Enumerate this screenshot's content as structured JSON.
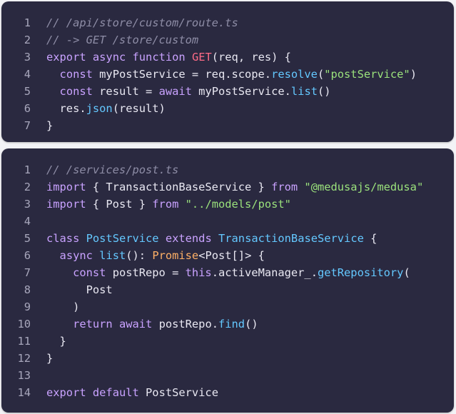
{
  "blocks": [
    {
      "name": "route-file",
      "lines": [
        {
          "num": "1",
          "tokens": [
            {
              "t": "// /api/store/custom/route.ts",
              "c": "cm"
            }
          ]
        },
        {
          "num": "2",
          "tokens": [
            {
              "t": "// -> GET /store/custom",
              "c": "cm"
            }
          ]
        },
        {
          "num": "3",
          "tokens": [
            {
              "t": "export",
              "c": "kw"
            },
            {
              "t": " "
            },
            {
              "t": "async",
              "c": "kw"
            },
            {
              "t": " "
            },
            {
              "t": "function",
              "c": "kw"
            },
            {
              "t": " "
            },
            {
              "t": "GET",
              "c": "fn"
            },
            {
              "t": "(req, res) {"
            }
          ]
        },
        {
          "num": "4",
          "tokens": [
            {
              "t": "  "
            },
            {
              "t": "const",
              "c": "kw"
            },
            {
              "t": " myPostService = req.scope."
            },
            {
              "t": "resolve",
              "c": "m"
            },
            {
              "t": "("
            },
            {
              "t": "\"postService\"",
              "c": "s"
            },
            {
              "t": ")"
            }
          ]
        },
        {
          "num": "5",
          "tokens": [
            {
              "t": "  "
            },
            {
              "t": "const",
              "c": "kw"
            },
            {
              "t": " result = "
            },
            {
              "t": "await",
              "c": "kw"
            },
            {
              "t": " myPostService."
            },
            {
              "t": "list",
              "c": "m"
            },
            {
              "t": "()"
            }
          ]
        },
        {
          "num": "6",
          "tokens": [
            {
              "t": "  res."
            },
            {
              "t": "json",
              "c": "m"
            },
            {
              "t": "(result)"
            }
          ]
        },
        {
          "num": "7",
          "tokens": [
            {
              "t": "}"
            }
          ]
        }
      ]
    },
    {
      "name": "service-file",
      "lines": [
        {
          "num": "1",
          "tokens": [
            {
              "t": "// /services/post.ts",
              "c": "cm"
            }
          ]
        },
        {
          "num": "2",
          "tokens": [
            {
              "t": "import",
              "c": "kw"
            },
            {
              "t": " { TransactionBaseService } "
            },
            {
              "t": "from",
              "c": "kw"
            },
            {
              "t": " "
            },
            {
              "t": "\"@medusajs/medusa\"",
              "c": "s"
            }
          ]
        },
        {
          "num": "3",
          "tokens": [
            {
              "t": "import",
              "c": "kw"
            },
            {
              "t": " { Post } "
            },
            {
              "t": "from",
              "c": "kw"
            },
            {
              "t": " "
            },
            {
              "t": "\"../models/post\"",
              "c": "s"
            }
          ]
        },
        {
          "num": "4",
          "tokens": []
        },
        {
          "num": "5",
          "tokens": [
            {
              "t": "class",
              "c": "kw"
            },
            {
              "t": " "
            },
            {
              "t": "PostService",
              "c": "m"
            },
            {
              "t": " "
            },
            {
              "t": "extends",
              "c": "kw"
            },
            {
              "t": " "
            },
            {
              "t": "TransactionBaseService",
              "c": "m"
            },
            {
              "t": " {"
            }
          ]
        },
        {
          "num": "6",
          "tokens": [
            {
              "t": "  "
            },
            {
              "t": "async",
              "c": "kw"
            },
            {
              "t": " "
            },
            {
              "t": "list",
              "c": "m"
            },
            {
              "t": "(): "
            },
            {
              "t": "Promise",
              "c": "ty"
            },
            {
              "t": "<Post[]> {"
            }
          ]
        },
        {
          "num": "7",
          "tokens": [
            {
              "t": "    "
            },
            {
              "t": "const",
              "c": "kw"
            },
            {
              "t": " postRepo = "
            },
            {
              "t": "this",
              "c": "kw"
            },
            {
              "t": ".activeManager_."
            },
            {
              "t": "getRepository",
              "c": "m"
            },
            {
              "t": "("
            }
          ]
        },
        {
          "num": "8",
          "tokens": [
            {
              "t": "      Post"
            }
          ]
        },
        {
          "num": "9",
          "tokens": [
            {
              "t": "    )"
            }
          ]
        },
        {
          "num": "10",
          "tokens": [
            {
              "t": "    "
            },
            {
              "t": "return",
              "c": "kw"
            },
            {
              "t": " "
            },
            {
              "t": "await",
              "c": "kw"
            },
            {
              "t": " postRepo."
            },
            {
              "t": "find",
              "c": "m"
            },
            {
              "t": "()"
            }
          ]
        },
        {
          "num": "11",
          "tokens": [
            {
              "t": "  }"
            }
          ]
        },
        {
          "num": "12",
          "tokens": [
            {
              "t": "}"
            }
          ]
        },
        {
          "num": "13",
          "tokens": []
        },
        {
          "num": "14",
          "tokens": [
            {
              "t": "export",
              "c": "kw"
            },
            {
              "t": " "
            },
            {
              "t": "default",
              "c": "kw"
            },
            {
              "t": " PostService"
            }
          ]
        }
      ]
    }
  ],
  "colors": {
    "background": "#2a2940",
    "comment": "#8e8da6",
    "keyword": "#c9a2ff",
    "function": "#ff6b87",
    "method": "#64c8ff",
    "string": "#9be27c",
    "type": "#ffb066",
    "text": "#e9e8f2",
    "line_number": "#a7a6bb"
  }
}
